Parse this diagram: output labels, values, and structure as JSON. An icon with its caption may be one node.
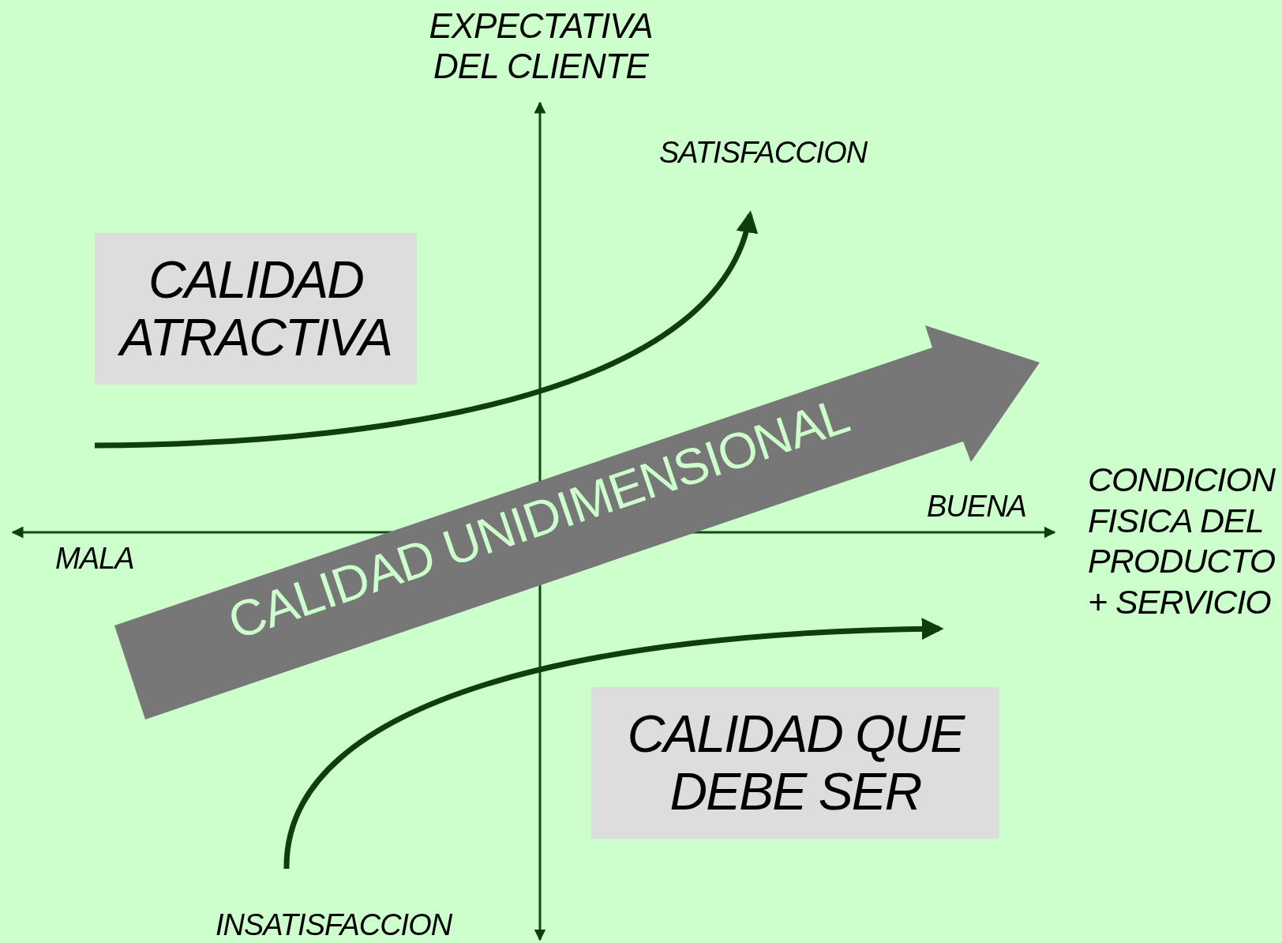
{
  "diagram": {
    "nodes": [
      {
        "text": [
          "CALIDAD ATRACTIVA"
        ]
      },
      {
        "text": [
          "CALIDAD UNIDIMENSIONAL"
        ]
      },
      {
        "text": [
          "CALIDAD QUE DEBE SER"
        ]
      }
    ],
    "labels": [
      "EXPECTATIVA DEL CLIENTE",
      "SATISFACCION",
      "CONDICION FISICA DEL PRODUCTO + SERVICIO",
      "BUENA",
      "MALA",
      "INSATISFACCION"
    ]
  }
}
